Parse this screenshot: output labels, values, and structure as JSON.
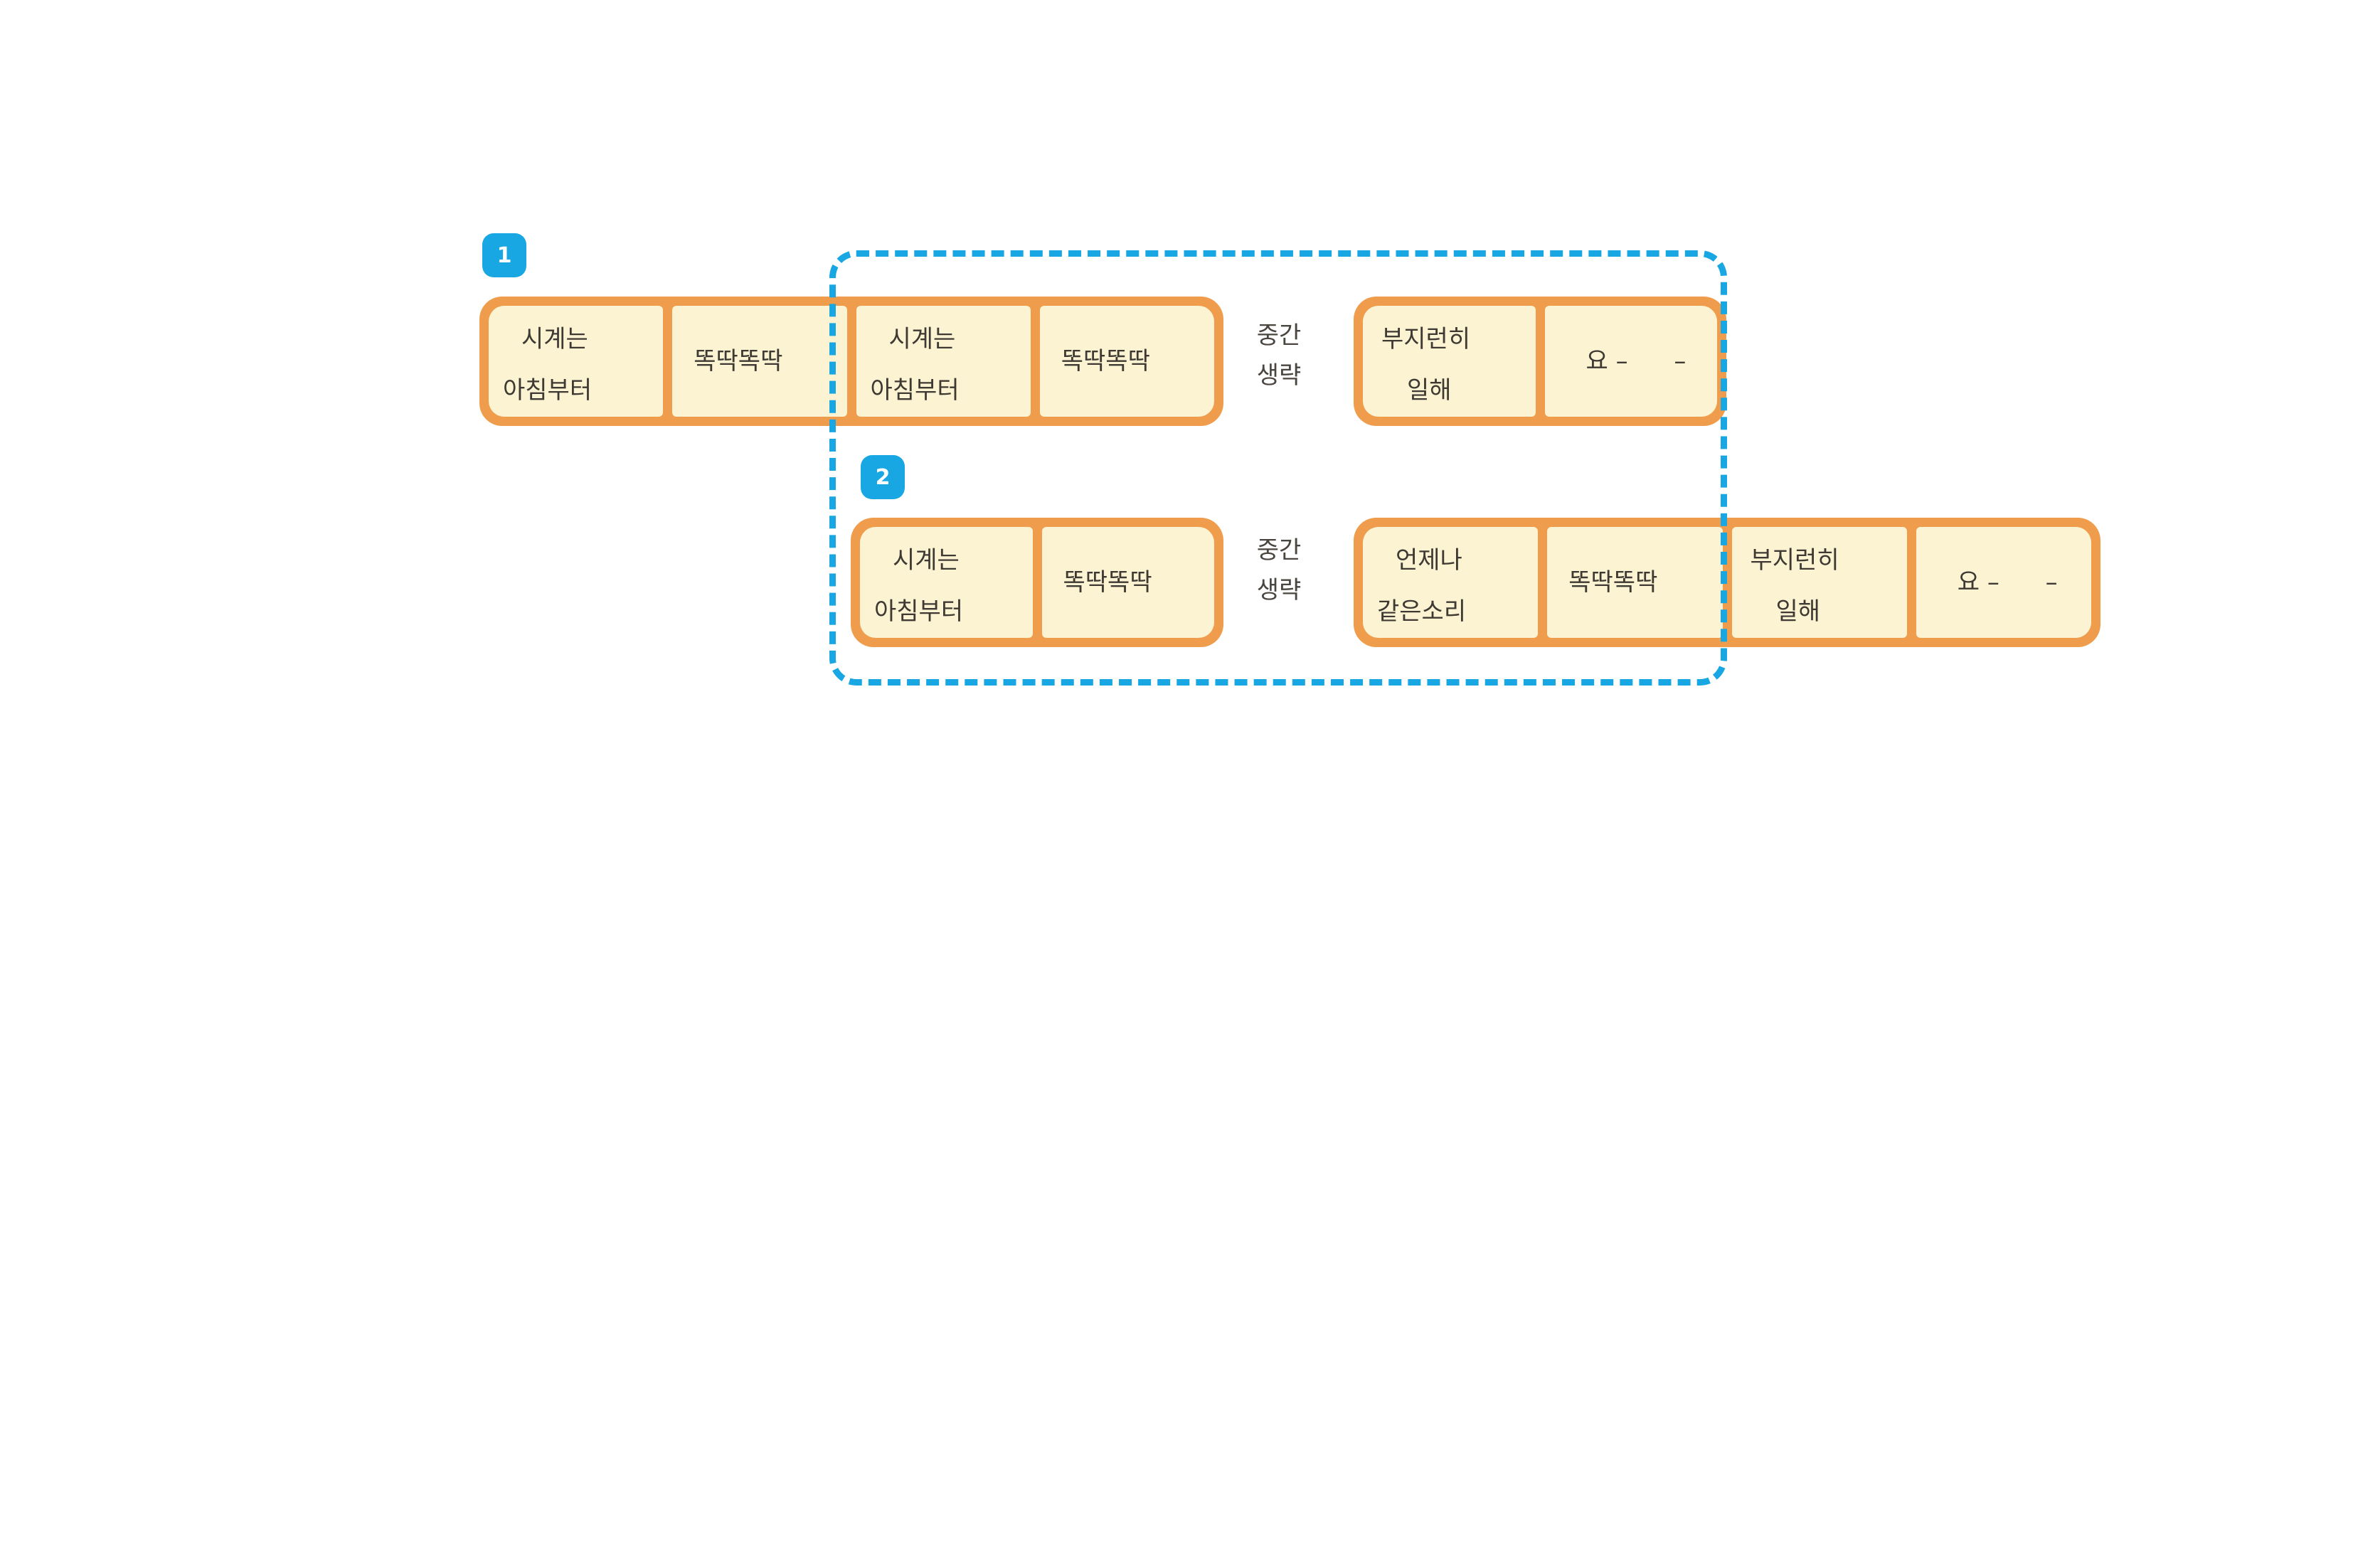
{
  "badges": [
    {
      "label": "1"
    },
    {
      "label": "2"
    }
  ],
  "colors": {
    "bar_border": "#EF9D4D",
    "cell_fill": "#FBF3D2",
    "outline_blue": "#18A7E2",
    "badge_blue": "#18A7E2",
    "lyric_text": "#3E3A33",
    "ellipsis_text": "#4A463F",
    "background": "#FFFFFF"
  },
  "row1": {
    "bar_a": {
      "cells": [
        {
          "line1": "시계는",
          "line2": "아침부터"
        },
        {
          "line1": "똑딱똑딱"
        },
        {
          "line1": "시계는",
          "line2": "아침부터"
        },
        {
          "line1": "똑딱똑딱"
        }
      ]
    },
    "ellipsis": {
      "line1": "중간",
      "line2": "생략"
    },
    "bar_b": {
      "cells": [
        {
          "line1": "부지런히",
          "line2": "일해"
        },
        {
          "line1": "요 –      –"
        }
      ]
    }
  },
  "row2": {
    "bar_c": {
      "cells": [
        {
          "line1": "시계는",
          "line2": "아침부터"
        },
        {
          "line1": "똑딱똑딱"
        }
      ]
    },
    "ellipsis": {
      "line1": "중간",
      "line2": "생략"
    },
    "bar_d": {
      "cells": [
        {
          "line1": "언제나",
          "line2": "같은소리"
        },
        {
          "line1": "똑딱똑딱"
        },
        {
          "line1": "부지런히",
          "line2": "일해"
        },
        {
          "line1": "요 –      –"
        }
      ]
    }
  }
}
